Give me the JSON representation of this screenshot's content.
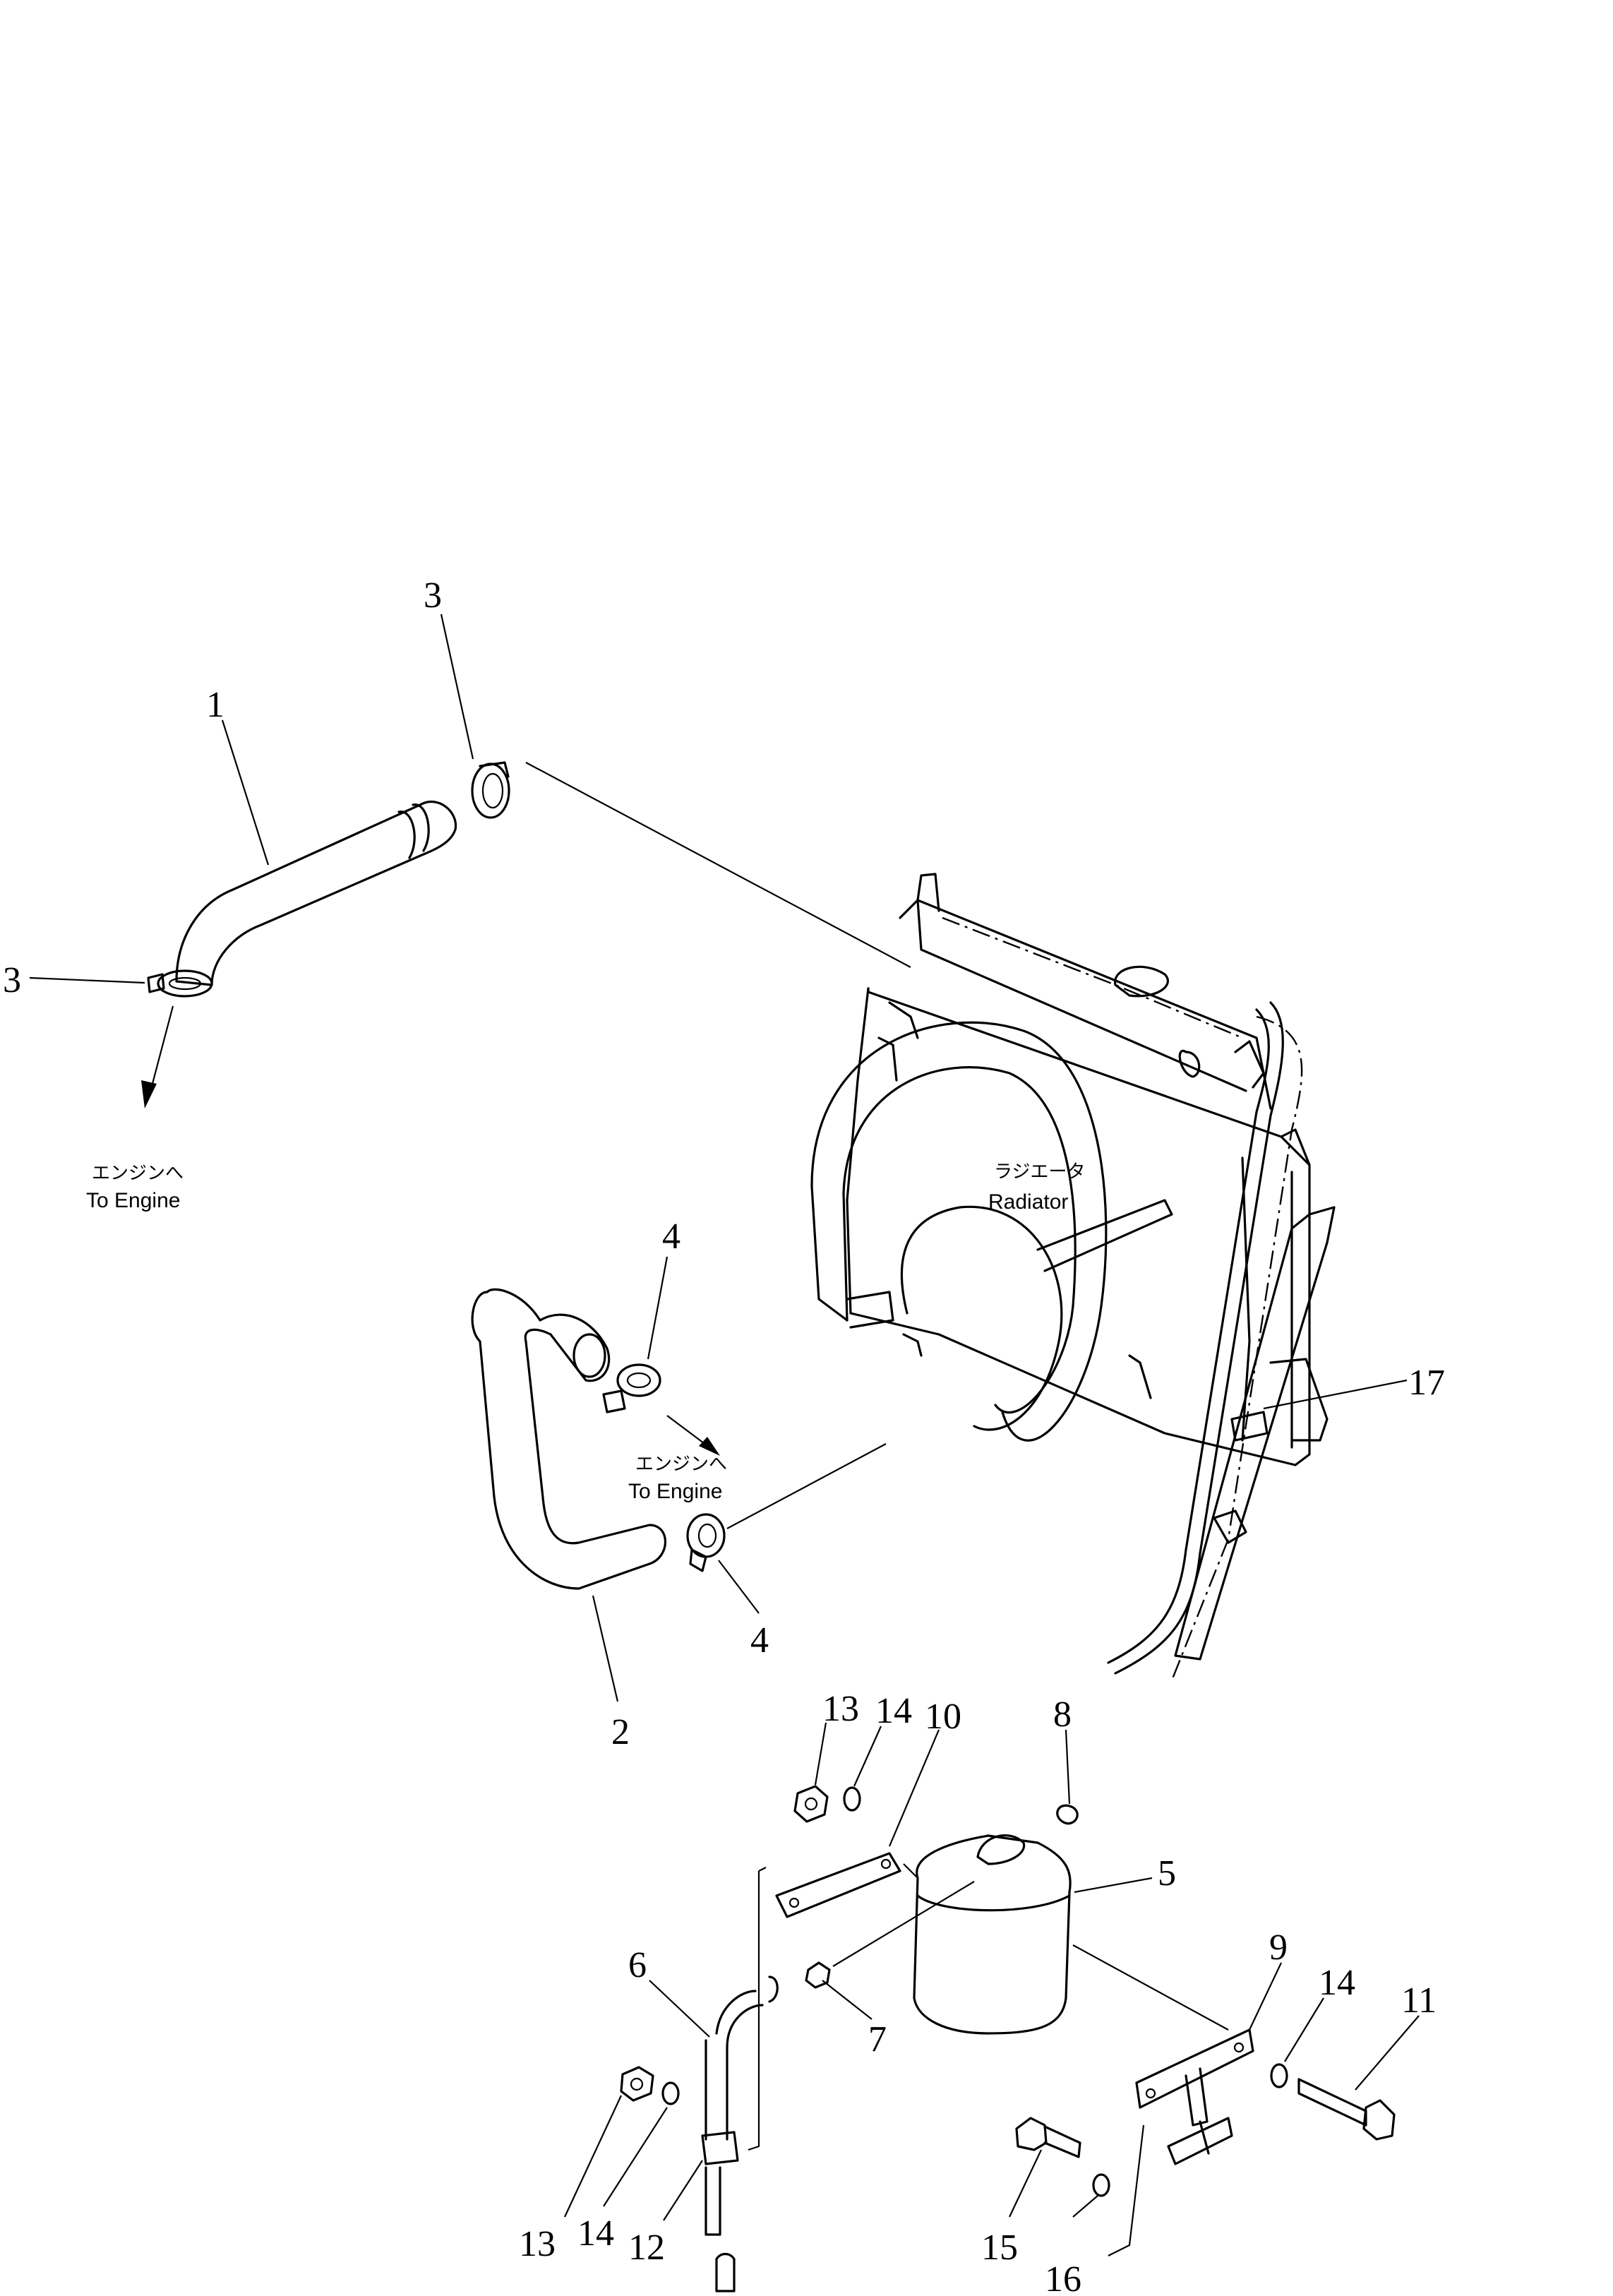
{
  "labels": {
    "radiator_jp": "ラジエータ",
    "radiator_en": "Radiator",
    "to_engine_upper_jp": "エンジンへ",
    "to_engine_upper_en": "To Engine",
    "to_engine_lower_jp": "エンジンへ",
    "to_engine_lower_en": "To Engine"
  },
  "callouts": {
    "n1": "1",
    "n2": "2",
    "n3_top": "3",
    "n3_left": "3",
    "n4_top": "4",
    "n4_bottom": "4",
    "n5": "5",
    "n6": "6",
    "n7": "7",
    "n8": "8",
    "n9": "9",
    "n10": "10",
    "n11": "11",
    "n12": "12",
    "n13_top": "13",
    "n13_bottom": "13",
    "n14_top": "14",
    "n14_bottom": "14",
    "n14_right": "14",
    "n15": "15",
    "n16": "16",
    "n17": "17"
  },
  "icons": {
    "hose_1": "upper-radiator-hose-icon",
    "hose_2": "lower-radiator-hose-icon",
    "clamp": "hose-clamp-icon",
    "radiator": "radiator-assembly-icon",
    "tank": "reserve-tank-icon",
    "bolt": "bolt-icon",
    "nut": "nut-icon",
    "washer": "washer-icon"
  }
}
